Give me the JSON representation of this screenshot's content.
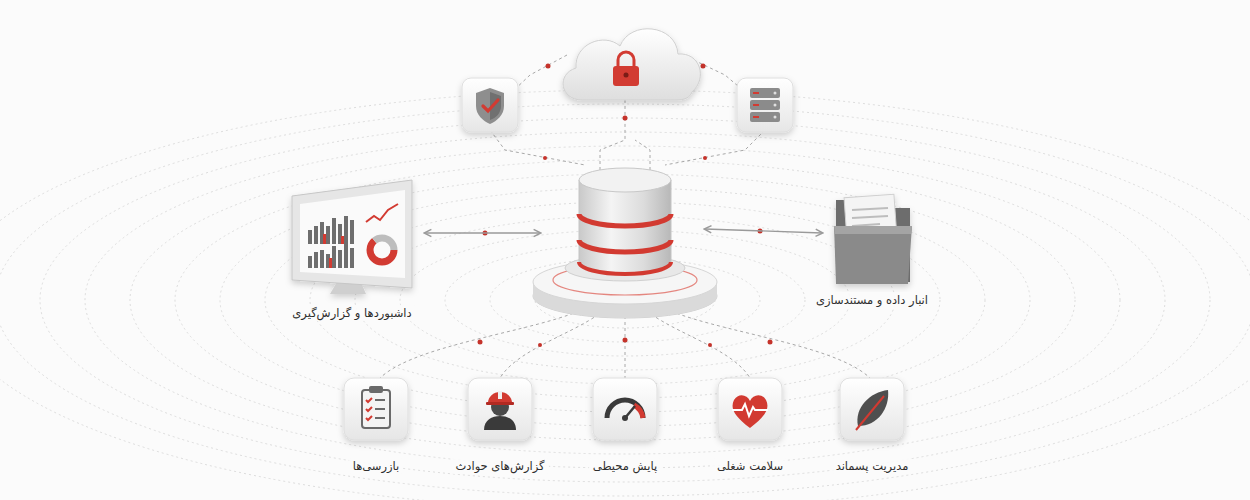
{
  "diagram": {
    "nodes": [
      {
        "text": [
          "داشبوردها و گزارش‌گیری"
        ]
      },
      {
        "text": [
          "انبار داده و مستندسازی"
        ]
      },
      {
        "text": [
          "بازرسی‌ها"
        ]
      },
      {
        "text": [
          "گزارش‌های حوادث"
        ]
      },
      {
        "text": [
          "پایش محیطی"
        ]
      },
      {
        "text": [
          "سلامت شغلی"
        ]
      },
      {
        "text": [
          "مدیریت پسماند"
        ]
      }
    ]
  }
}
